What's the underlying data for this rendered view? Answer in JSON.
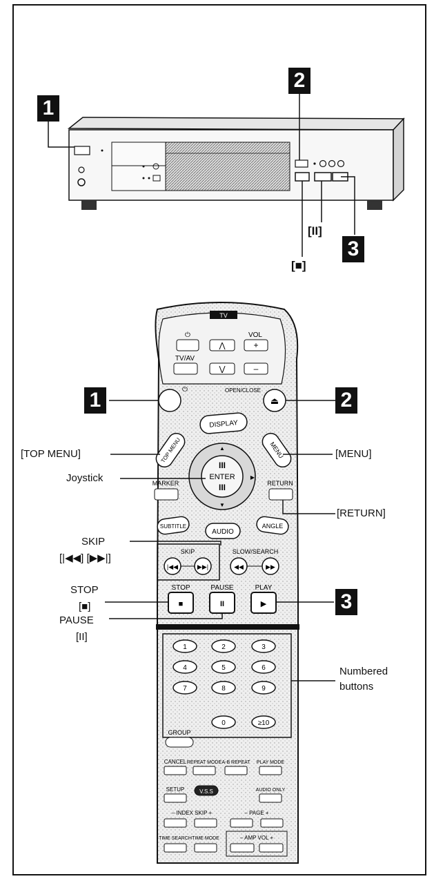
{
  "callouts": {
    "one": "1",
    "two": "2",
    "three": "3"
  },
  "player": {
    "stop_symbol": "[■]",
    "pause_symbol": "[II]"
  },
  "remote": {
    "tv_label": "TV",
    "vol_label": "VOL",
    "tvav_label": "TV/AV",
    "open_close_label": "OPEN/CLOSE",
    "display_label": "DISPLAY",
    "top_menu_btn": "TOP MENU",
    "menu_btn": "MENU",
    "enter_label": "ENTER",
    "marker_label": "MARKER",
    "return_btn": "RETURN",
    "subtitle_label": "SUBTITLE",
    "audio_label": "AUDIO",
    "angle_label": "ANGLE",
    "skip_label": "SKIP",
    "slow_search_label": "SLOW/SEARCH",
    "stop_label": "STOP",
    "pause_label": "PAUSE",
    "play_label": "PLAY",
    "numbers": [
      "1",
      "2",
      "3",
      "4",
      "5",
      "6",
      "7",
      "8",
      "9",
      "0",
      "≥10"
    ],
    "group_label": "GROUP",
    "cancel_label": "CANCEL",
    "repeat_mode_label": "REPEAT MODE",
    "ab_repeat_label": "A-B REPEAT",
    "play_mode_label": "PLAY MODE",
    "setup_label": "SETUP",
    "vss_label": "V.S.S",
    "audio_only_label": "AUDIO ONLY",
    "index_skip_label": "– INDEX SKIP +",
    "page_label": "– PAGE +",
    "time_search_label": "TIME SEARCH",
    "time_mode_label": "TIME MODE",
    "ampvol_label": "– AMP VOL +"
  },
  "annotations": {
    "top_menu": "[TOP MENU]",
    "menu": "[MENU]",
    "joystick": "Joystick",
    "return": "[RETURN]",
    "skip": "SKIP",
    "skip_symbols": "[|◀◀] [▶▶|]",
    "stop": "STOP",
    "stop_symbol": "[■]",
    "pause": "PAUSE",
    "pause_symbol": "[II]",
    "numbered_1": "Numbered",
    "numbered_2": "buttons"
  }
}
